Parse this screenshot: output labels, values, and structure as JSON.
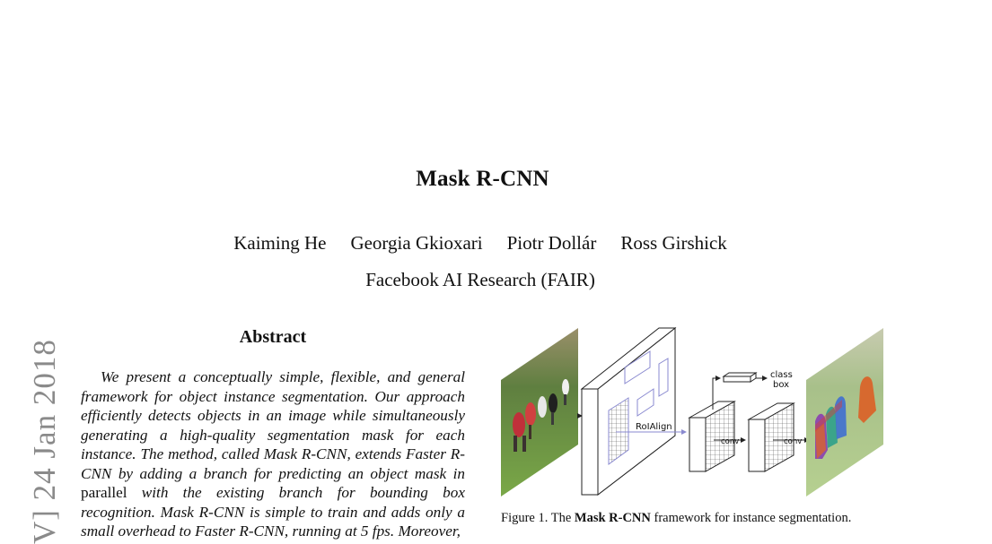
{
  "paper": {
    "title": "Mask R-CNN",
    "authors": [
      "Kaiming He",
      "Georgia Gkioxari",
      "Piotr Dollár",
      "Ross Girshick"
    ],
    "affiliation": "Facebook AI Research (FAIR)",
    "arxiv_stamp": "V] 24 Jan 2018"
  },
  "abstract": {
    "heading": "Abstract",
    "text_1": "We present a conceptually simple, flexible, and general framework for object instance segmentation. Our approach efficiently detects objects in an image while simultaneously generating a high-quality segmentation mask for each instance. The method, called Mask R-CNN, extends Faster R-CNN by adding a branch for predicting an object mask in ",
    "text_upright": "parallel",
    "text_2": " with the existing branch for bounding box recognition. Mask R-CNN is simple to train and adds only a small overhead to Faster R-CNN, running at 5 fps. Moreover,"
  },
  "figure": {
    "labels": {
      "roialign": "RoIAlign",
      "conv_1": "conv",
      "conv_2": "conv",
      "class": "class",
      "box": "box"
    },
    "caption_prefix": "Figure 1. The ",
    "caption_bold": "Mask R-CNN",
    "caption_suffix": " framework for instance segmentation.",
    "colors": {
      "grass": "#6f9a3c",
      "roi_box": "#8a8ad0",
      "mask_orange": "#d9642a",
      "mask_blue": "#3f6fd0",
      "mask_purple": "#8a3fb0",
      "mask_teal": "#2fa08a"
    }
  }
}
